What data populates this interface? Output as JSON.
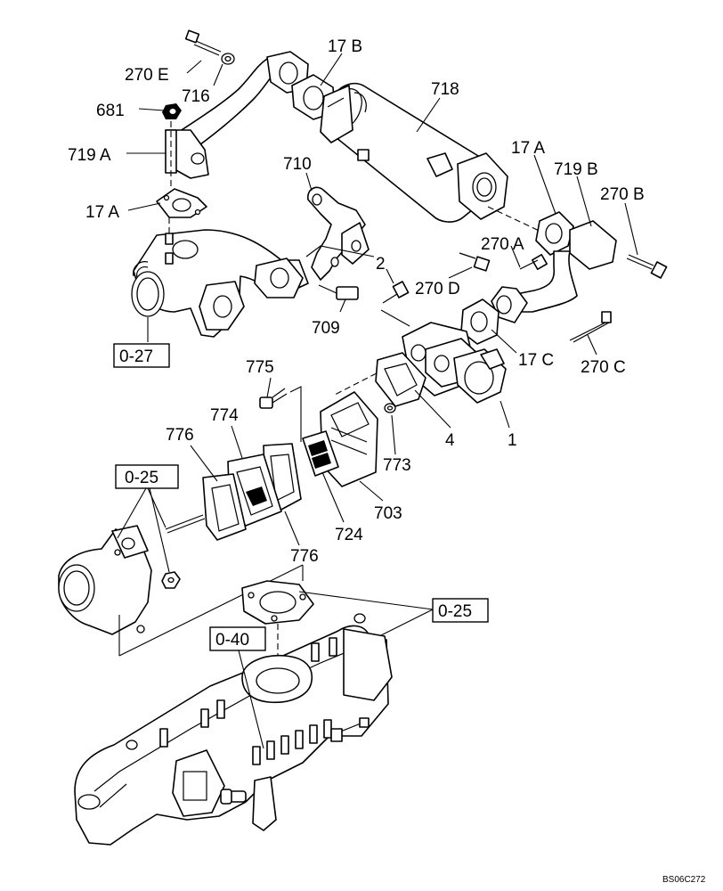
{
  "diagram": {
    "callouts": [
      {
        "id": "c270e",
        "text": "270 E"
      },
      {
        "id": "c716",
        "text": "716"
      },
      {
        "id": "c681",
        "text": "681"
      },
      {
        "id": "c719a",
        "text": "719 A"
      },
      {
        "id": "c17a_left",
        "text": "17 A"
      },
      {
        "id": "c17b",
        "text": "17 B"
      },
      {
        "id": "c718",
        "text": "718"
      },
      {
        "id": "c710",
        "text": "710"
      },
      {
        "id": "c17a_right",
        "text": "17 A"
      },
      {
        "id": "c719b",
        "text": "719 B"
      },
      {
        "id": "c270b",
        "text": "270 B"
      },
      {
        "id": "c270a",
        "text": "270 A"
      },
      {
        "id": "c2",
        "text": "2"
      },
      {
        "id": "c270d",
        "text": "270 D"
      },
      {
        "id": "c709",
        "text": "709"
      },
      {
        "id": "c17c",
        "text": "17 C"
      },
      {
        "id": "c270c",
        "text": "270 C"
      },
      {
        "id": "c775",
        "text": "775"
      },
      {
        "id": "c774",
        "text": "774"
      },
      {
        "id": "c776_top",
        "text": "776"
      },
      {
        "id": "c4",
        "text": "4"
      },
      {
        "id": "c1",
        "text": "1"
      },
      {
        "id": "c773",
        "text": "773"
      },
      {
        "id": "c703",
        "text": "703"
      },
      {
        "id": "c724",
        "text": "724"
      },
      {
        "id": "c776_bottom",
        "text": "776"
      }
    ],
    "references": [
      {
        "id": "r027",
        "text": "0-27"
      },
      {
        "id": "r025_left",
        "text": "0-25"
      },
      {
        "id": "r025_right",
        "text": "0-25"
      },
      {
        "id": "r040",
        "text": "0-40"
      }
    ],
    "drawing_code": "BS06C272"
  }
}
